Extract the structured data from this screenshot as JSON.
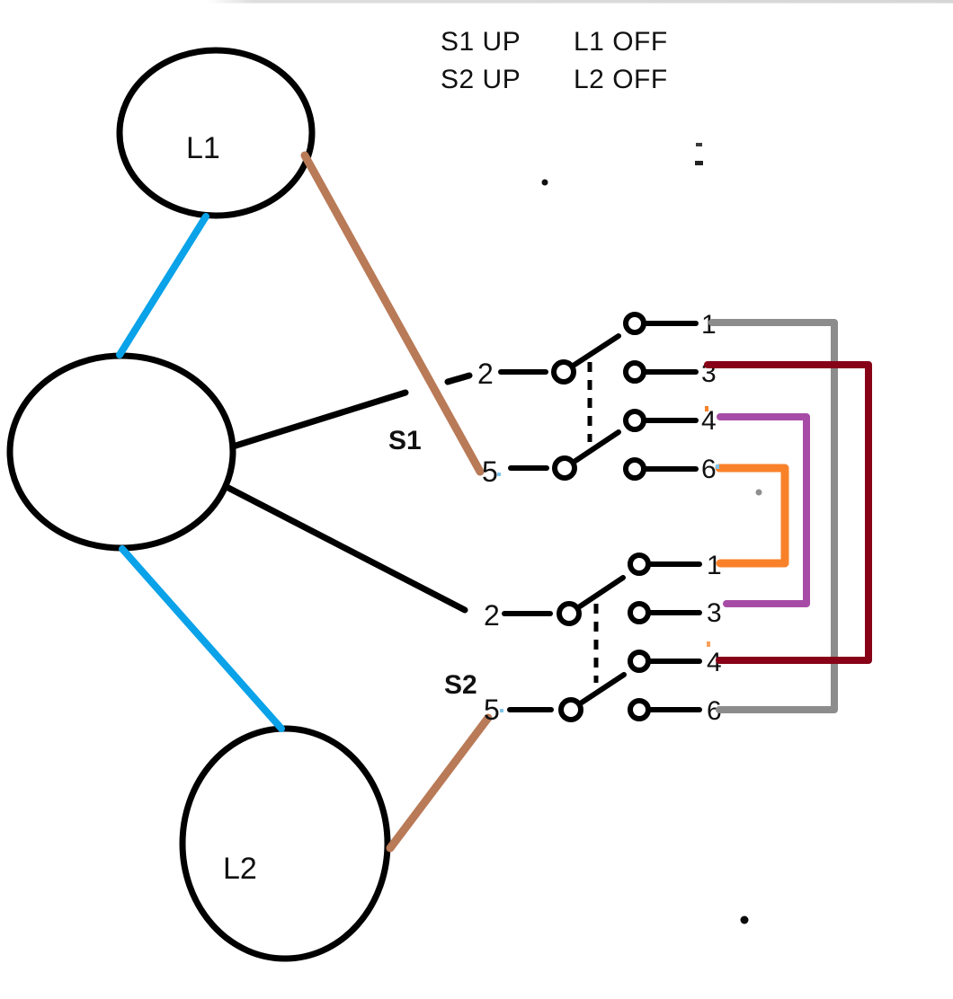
{
  "truth_table": {
    "line1": {
      "left": "S1 UP",
      "right": "L1 OFF"
    },
    "line2": {
      "left": "S2 UP",
      "right": "L2 OFF"
    }
  },
  "lamps": {
    "l1_label": "L1",
    "l2_label": "L2"
  },
  "switch1": {
    "label": "S1",
    "pole_top_label": "2",
    "pole_bottom_label": "5",
    "throw_labels": [
      "1",
      "3",
      "4",
      "6"
    ]
  },
  "switch2": {
    "label": "S2",
    "pole_top_label": "2",
    "pole_bottom_label": "5",
    "throw_labels": [
      "1",
      "3",
      "4",
      "6"
    ]
  },
  "colors": {
    "ink": "#000000",
    "blue_wire": "#0AA2E8",
    "brown_wire": "#B97A57",
    "gray_wire": "#8C8C8C",
    "dark_red_wire": "#870117",
    "purple_wire": "#A64CA6",
    "orange_wire": "#F9812A",
    "switch_label": "#F4772B",
    "top_border": "#D9D9D9"
  }
}
